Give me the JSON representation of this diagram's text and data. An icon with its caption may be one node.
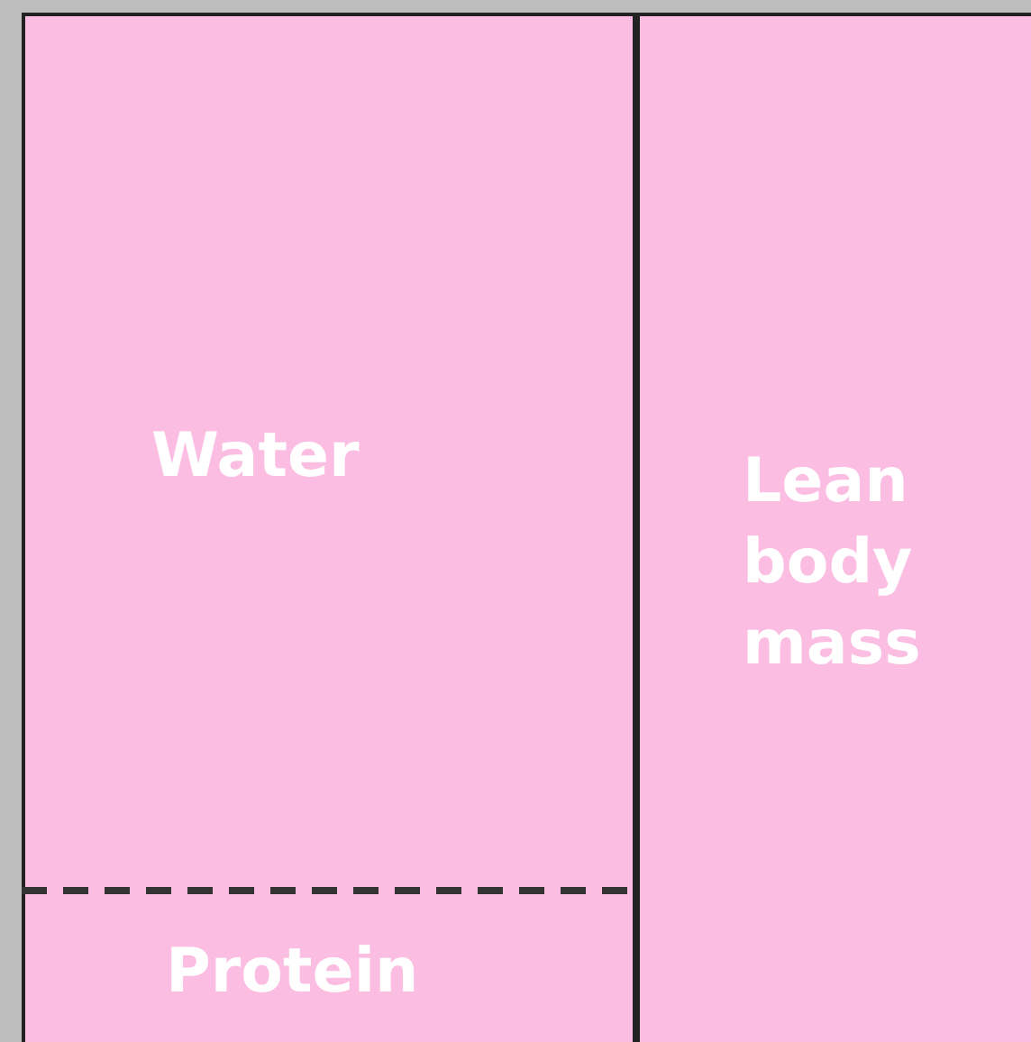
{
  "diagram": {
    "nodes": [
      {
        "text": [
          "Water"
        ]
      },
      {
        "text": [
          "Protein"
        ]
      },
      {
        "text": [
          "Lean body mass"
        ]
      }
    ]
  }
}
